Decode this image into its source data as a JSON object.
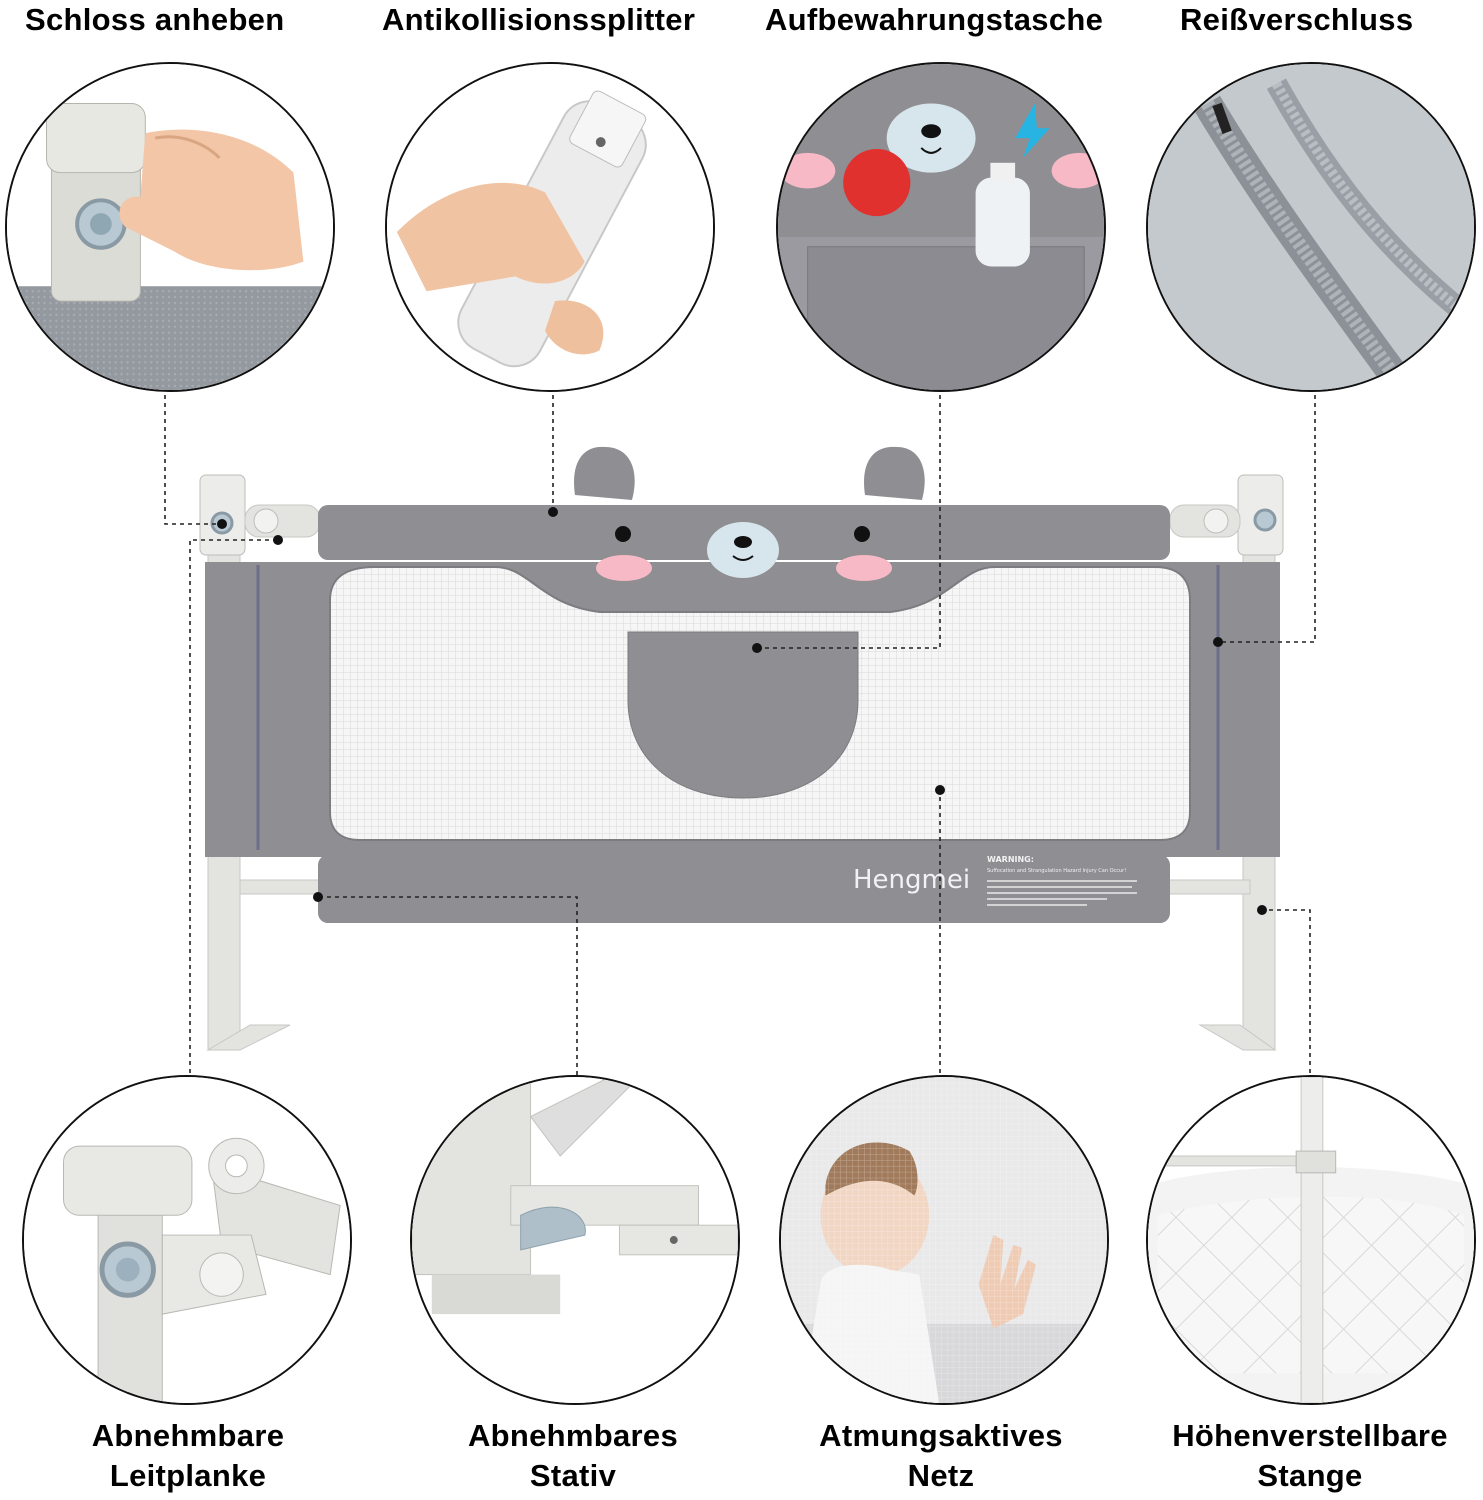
{
  "features": {
    "top": [
      {
        "label": "Schloss anheben"
      },
      {
        "label": "Antikollisionssplitter"
      },
      {
        "label": "Aufbewahrungstasche"
      },
      {
        "label": "Reißverschluss"
      }
    ],
    "bottom": [
      {
        "line1": "Abnehmbare",
        "line2": "Leitplanke"
      },
      {
        "line1": "Abnehmbares",
        "line2": "Stativ"
      },
      {
        "line1": "Atmungsaktives",
        "line2": "Netz"
      },
      {
        "line1": "Höhenverstellbare",
        "line2": "Stange"
      }
    ]
  },
  "product": {
    "brand": "Hengmei",
    "warning_title": "WARNING:",
    "warning_subtitle": "Suffocation and Strangulation Hazard Injury Can Occur!"
  },
  "colors": {
    "fabric": "#8e8e93",
    "fabric_dark": "#7b7b80",
    "mesh": "#f4f4f4",
    "frame": "#e3e3e0",
    "leader": "#222222",
    "cheek": "#f7b9c5",
    "bear_face": "#d7e6ec"
  }
}
